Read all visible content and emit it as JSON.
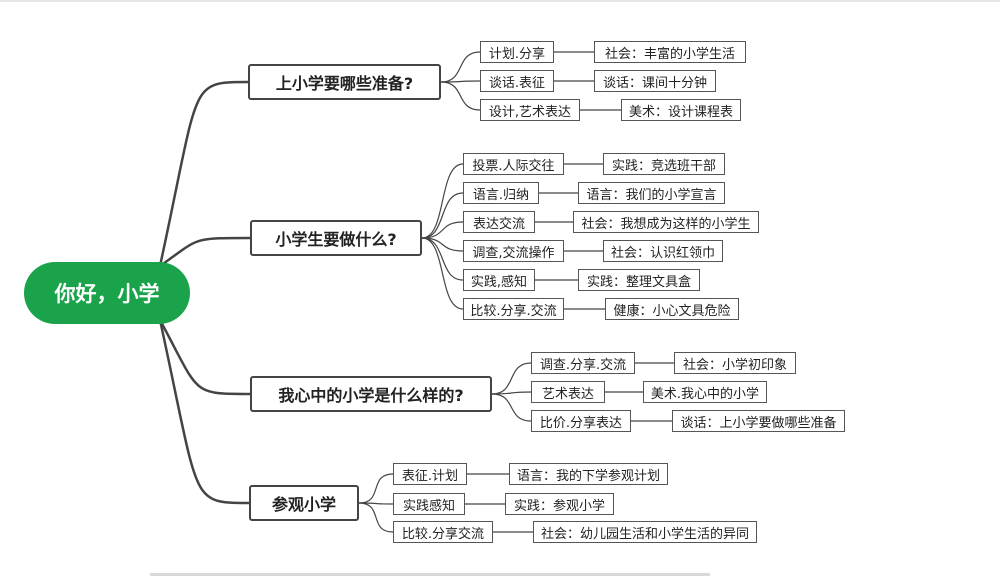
{
  "root": {
    "label": "你好，小学"
  },
  "colors": {
    "root_fill": "#1aa34a",
    "line": "#444444"
  },
  "branches": [
    {
      "label": "上小学要哪些准备?",
      "items": [
        {
          "method": "计划.分享",
          "activity": "社会：丰富的小学生活"
        },
        {
          "method": "谈话.表征",
          "activity": "谈话：课间十分钟"
        },
        {
          "method": "设计,艺术表达",
          "activity": "美术：设计课程表"
        }
      ]
    },
    {
      "label": "小学生要做什么?",
      "items": [
        {
          "method": "投票.人际交往",
          "activity": "实践：竞选班干部"
        },
        {
          "method": "语言.归纳",
          "activity": "语言：我们的小学宣言"
        },
        {
          "method": "表达交流",
          "activity": "社会：我想成为这样的小学生"
        },
        {
          "method": "调查,交流操作",
          "activity": "社会：认识红领巾"
        },
        {
          "method": "实践,感知",
          "activity": "实践：整理文具盒"
        },
        {
          "method": "比较.分享.交流",
          "activity": "健康：小心文具危险"
        }
      ]
    },
    {
      "label": "我心中的小学是什么样的?",
      "items": [
        {
          "method": "调查.分享.交流",
          "activity": "社会：小学初印象"
        },
        {
          "method": "艺术表达",
          "activity": "美术.我心中的小学"
        },
        {
          "method": "比价.分享表达",
          "activity": "谈话：上小学要做哪些准备"
        }
      ]
    },
    {
      "label": "参观小学",
      "items": [
        {
          "method": "表征.计划",
          "activity": "语言：我的下学参观计划"
        },
        {
          "method": "实践感知",
          "activity": "实践：参观小学"
        },
        {
          "method": "比较.分享交流",
          "activity": "社会：幼儿园生活和小学生活的异同"
        }
      ]
    }
  ]
}
